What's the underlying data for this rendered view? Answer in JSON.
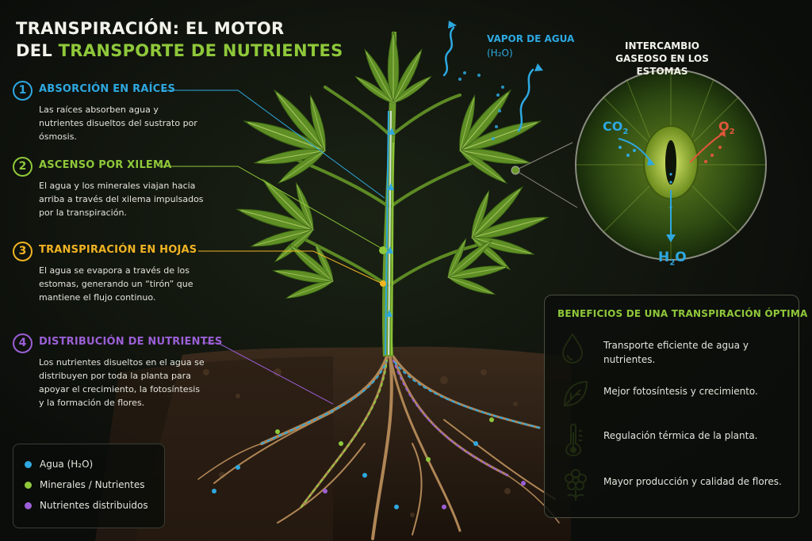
{
  "title": {
    "line1": "TRANSPIRACIÓN: EL MOTOR",
    "line2_prefix": "DEL ",
    "line2_highlight": "TRANSPORTE DE NUTRIENTES"
  },
  "steps": [
    {
      "number": "1",
      "title": "ABSORCIÓN EN RAÍCES",
      "text": "Las raíces absorben agua y nutrientes disueltos del sustrato por ósmosis.",
      "color": "#2ea8e0"
    },
    {
      "number": "2",
      "title": "ASCENSO POR XILEMA",
      "text": "El agua y los minerales viajan hacia arriba a través del xilema impulsados por la transpiración.",
      "color": "#8fc83a"
    },
    {
      "number": "3",
      "title": "TRANSPIRACIÓN EN HOJAS",
      "text": "El agua se evapora a través de los estomas, generando un “tirón” que mantiene el flujo continuo.",
      "color": "#f0b323"
    },
    {
      "number": "4",
      "title": "DISTRIBUCIÓN DE NUTRIENTES",
      "text": "Los nutrientes disueltos en el agua se distribuyen por toda la planta para apoyar el crecimiento, la fotosíntesis y la formación de flores.",
      "color": "#9b5fd6"
    }
  ],
  "legend": [
    {
      "label": "Agua (H₂O)",
      "color": "#2ea8e0"
    },
    {
      "label": "Minerales / Nutrientes",
      "color": "#8fc83a"
    },
    {
      "label": "Nutrientes distribuidos",
      "color": "#9b5fd6"
    }
  ],
  "vapor": {
    "label": "VAPOR DE AGUA",
    "formula": "(H₂O)"
  },
  "stomata": {
    "title": "INTERCAMBIO GASEOSO EN LOS ESTOMAS",
    "co2": "CO",
    "co2_sub": "2",
    "o2": "O",
    "o2_sub": "2",
    "h2o_a": "H",
    "h2o_sub": "2",
    "h2o_b": "O"
  },
  "benefits": {
    "title": "BENEFICIOS DE UNA TRANSPIRACIÓN ÓPTIMA",
    "items": [
      {
        "icon": "water-drop-icon",
        "text": "Transporte eficiente de agua y nutrientes."
      },
      {
        "icon": "leaf-icon",
        "text": "Mejor fotosíntesis y crecimiento."
      },
      {
        "icon": "thermometer-icon",
        "text": "Regulación térmica de la planta."
      },
      {
        "icon": "flower-icon",
        "text": "Mayor producción y calidad de flores."
      }
    ]
  },
  "colors": {
    "water": "#2ea8e0",
    "minerals": "#8fc83a",
    "transpiration": "#f0b323",
    "distribution": "#9b5fd6",
    "co2": "#2ea8e0",
    "o2": "#e0573b"
  }
}
